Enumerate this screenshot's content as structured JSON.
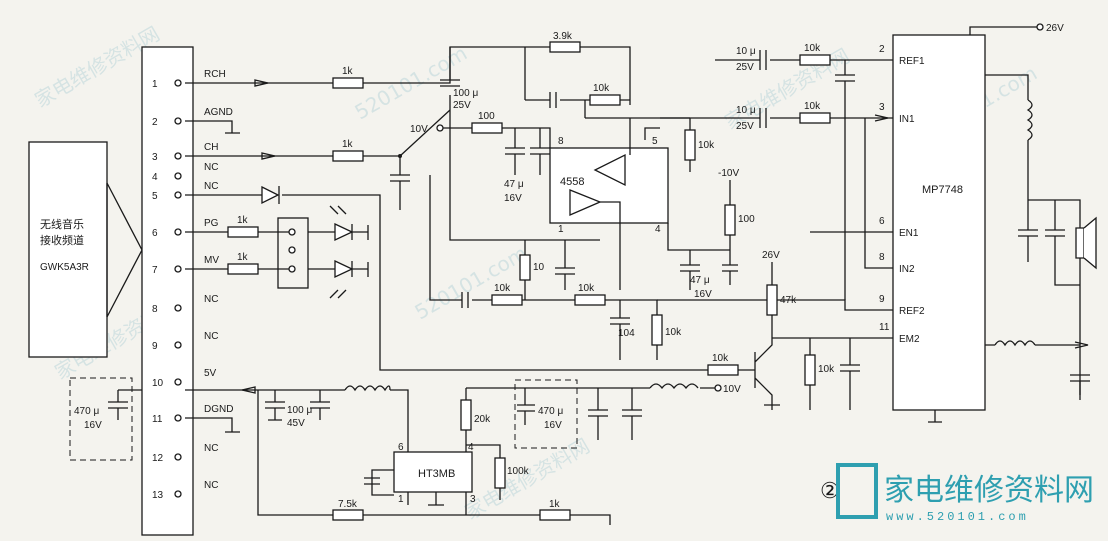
{
  "module": {
    "line1": "无线音乐",
    "line2": "接收频道",
    "model": "GWK5A3R"
  },
  "pins": [
    {
      "num": "1",
      "name": "RCH"
    },
    {
      "num": "2",
      "name": "AGND"
    },
    {
      "num": "3",
      "name": "CH"
    },
    {
      "num": "4",
      "name": "NC"
    },
    {
      "num": "5",
      "name": "NC"
    },
    {
      "num": "6",
      "name": "PG"
    },
    {
      "num": "7",
      "name": "MV"
    },
    {
      "num": "8",
      "name": "NC"
    },
    {
      "num": "9",
      "name": "NC"
    },
    {
      "num": "10",
      "name": "5V"
    },
    {
      "num": "11",
      "name": "DGND"
    },
    {
      "num": "12",
      "name": "NC"
    },
    {
      "num": "13",
      "name": "NC"
    }
  ],
  "opamp": {
    "name": "4558",
    "pin8": "8",
    "pin5": "5",
    "pin1": "1",
    "pin4": "4"
  },
  "amp": {
    "name": "MP7748",
    "pins": [
      {
        "num": "2",
        "name": "REF1"
      },
      {
        "num": "3",
        "name": "IN1"
      },
      {
        "num": "6",
        "name": "EN1"
      },
      {
        "num": "8",
        "name": "IN2"
      },
      {
        "num": "9",
        "name": "REF2"
      },
      {
        "num": "11",
        "name": "EM2"
      }
    ]
  },
  "reg": {
    "name": "HT3MB",
    "pin6": "6",
    "pin4": "4",
    "pin1": "1",
    "pin3": "3"
  },
  "values": {
    "r_1k_a": "1k",
    "r_1k_b": "1k",
    "r_1k_c": "1k",
    "r_1k_d": "1k",
    "r_1k_e": "1k",
    "r_3k9": "3.9k",
    "r_10k_fb": "10k",
    "r_100": "100",
    "c_100u_25v_a": "100 μ",
    "c_100u_25v_b": "25V",
    "v_10v": "10V",
    "r_10k_v": "10k",
    "c_47u_a": "47 μ",
    "c_47u_b": "16V",
    "v_neg10": "-10V",
    "r_100_v": "100",
    "r_10_v": "10",
    "c_10u_a": "10 μ",
    "c_25v_a": "25V",
    "r_10k_ref1": "10k",
    "c_10u_b": "10 μ",
    "c_25v_b": "25V",
    "r_10k_in1": "10k",
    "v_26v_top": "26V",
    "r_10k_ser1": "10k",
    "r_10k_ser2": "10k",
    "c_104": "104",
    "r_10k_gnd": "10k",
    "c_47u_c": "47 μ",
    "c_16v_c": "16V",
    "v_26v_mid": "26V",
    "r_47k": "47k",
    "r_10k_base": "10k",
    "v_10v_b": "10V",
    "r_10k_em": "10k",
    "c_470u_a": "470 μ",
    "c_16v_a": "16V",
    "c_100u_45v_a": "100 μ",
    "c_100u_45v_b": "45V",
    "r_20k": "20k",
    "r_100k": "100k",
    "c_470u_b": "470 μ",
    "c_16v_b": "16V",
    "r_7k5": "7.5k"
  },
  "fig_no": "②",
  "logo": {
    "text": "家电维修资料网",
    "url": "www.520101.com"
  },
  "watermark": [
    "家电维修资料网",
    "520101.com"
  ]
}
